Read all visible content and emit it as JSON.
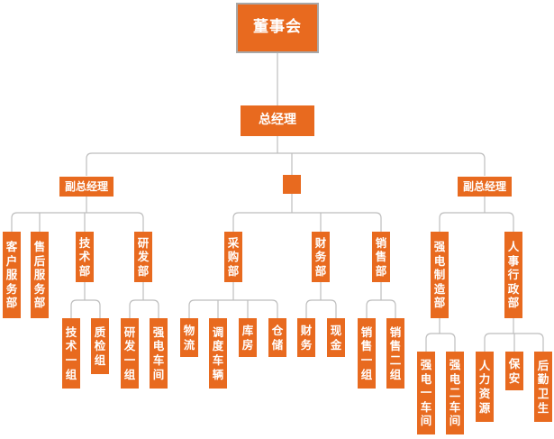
{
  "title": "组织结构图",
  "colors": {
    "node_fill": "#e86a1f",
    "text": "#ffffff",
    "connector": "#bdbdbd",
    "board_border": "#a8a8a8"
  },
  "board": "董事会",
  "gm": "总经理",
  "deputy_left": "副总经理",
  "center_node": "",
  "deputy_right": "副总经理",
  "depts": {
    "customer_service": "客户服务部",
    "after_sales": "售后服务部",
    "tech": "技术部",
    "rnd": "研发部",
    "purchasing": "采购部",
    "finance": "财务部",
    "sales": "销售部",
    "strong_power_mfg": "强电制造部",
    "hr_admin": "人事行政部"
  },
  "teams": {
    "tech_team_1": "技术一组",
    "qc_team": "质检组",
    "rnd_team_1": "研发一组",
    "strong_power_workshop": "强电车间",
    "logistics": "物流",
    "dispatch_vehicles": "调度车辆",
    "warehouse": "库房",
    "storage": "仓储",
    "accounting": "财务",
    "cash": "现金",
    "sales_team_1": "销售一组",
    "sales_team_2": "销售二组",
    "strong_power_workshop_1": "强电一车间",
    "strong_power_workshop_2": "强电二车间",
    "hr_resources": "人力资源",
    "security": "保安",
    "logistics_hygiene": "后勤卫生"
  }
}
